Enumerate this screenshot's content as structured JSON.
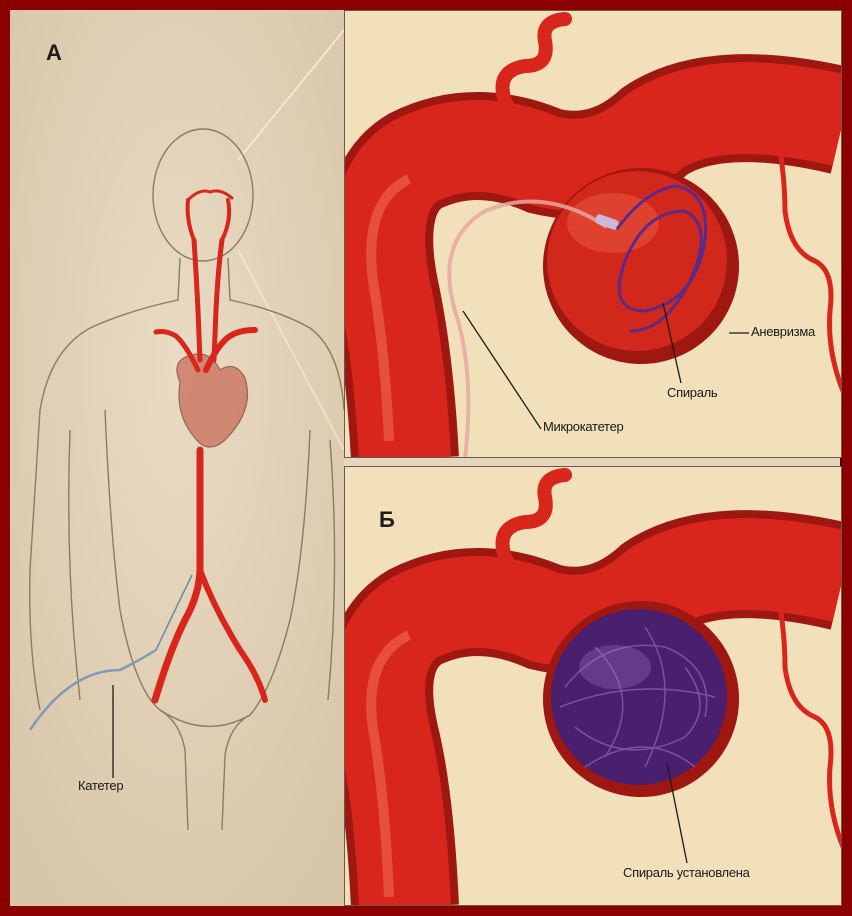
{
  "panels": {
    "a_letter": "А",
    "b_letter": "Б"
  },
  "labels": {
    "catheter": "Катетер",
    "microcatheter": "Микрокатетер",
    "coil": "Спираль",
    "aneurysm": "Аневризма",
    "coil_placed": "Спираль установлена"
  },
  "colors": {
    "artery": "#d8261c",
    "artery_dark": "#9e1710",
    "coil": "#5b2a8a",
    "background": "#8b0000"
  }
}
